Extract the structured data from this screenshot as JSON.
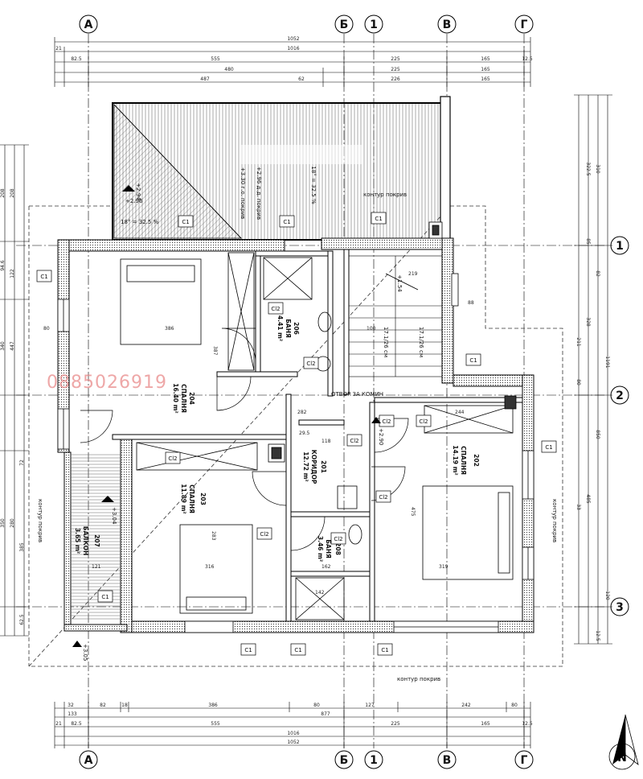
{
  "watermark": "0885026919",
  "axes": {
    "top": [
      "А",
      "Б",
      "1",
      "В",
      "Г"
    ],
    "bottom": [
      "А",
      "Б",
      "1",
      "В",
      "Г"
    ],
    "right": [
      "1",
      "2",
      "3"
    ]
  },
  "dims_top": {
    "total1": "1052",
    "total2": "1016",
    "r1": [
      "21",
      "82.5",
      "555",
      "225",
      "165",
      "12.5"
    ],
    "r2": [
      "480",
      "225",
      "165"
    ],
    "r3": [
      "487",
      "62",
      "226",
      "165"
    ]
  },
  "dims_bottom": {
    "r1": [
      "32",
      "82",
      "18",
      "386",
      "80",
      "127",
      "242",
      "80"
    ],
    "r2": [
      "133",
      "877"
    ],
    "r3": [
      "21",
      "82.5",
      "555",
      "225",
      "165",
      "12.5"
    ],
    "total2": "1016",
    "total1": "1052"
  },
  "dims_right": [
    "310",
    "322.5",
    "85",
    "82",
    "328",
    "211",
    "1191",
    "80",
    "850",
    "485",
    "33",
    "12.5",
    "120"
  ],
  "dims_left": [
    "208",
    "208",
    "94.6",
    "122",
    "447",
    "340",
    "350",
    "280",
    "72",
    "62.5",
    "385"
  ],
  "rooms": [
    {
      "num": "204",
      "name": "СПАЛНЯ",
      "area": "16.40 m²"
    },
    {
      "num": "206",
      "name": "БАНЯ",
      "area": "4.41 m²"
    },
    {
      "num": "202",
      "name": "СПАЛНЯ",
      "area": "14.19 m²"
    },
    {
      "num": "201",
      "name": "КОРИДОР",
      "area": "12.72 m²"
    },
    {
      "num": "203",
      "name": "СПАЛНЯ",
      "area": "11.89 m²"
    },
    {
      "num": "208",
      "name": "БАНЯ",
      "area": "3.46 m²"
    },
    {
      "num": "207",
      "name": "БАЛКОН",
      "area": "3.65 m²"
    }
  ],
  "labels": {
    "c1": "C1",
    "cl2": "Cl2",
    "stair": "17.1/26 см",
    "opening": "ОТВОР ЗА КОМИН",
    "kontur": "контур покрив",
    "lv_294": "+2.94",
    "lv_296": "+2.96",
    "lv_304": "+3.04",
    "lv_305": "+3.05",
    "lv_154": "+1.54",
    "lv_290": "+2.90",
    "slope": "18° = 32.5 %",
    "roof_a": "+2.96 д.д. покрив",
    "roof_b": "+3.30 г.о. покрив",
    "roof_c": "18° = 32.5 %"
  },
  "inner_dims": [
    "386",
    "387",
    "316",
    "283",
    "319",
    "475",
    "162",
    "118",
    "142",
    "282",
    "80",
    "121",
    "219",
    "100",
    "88",
    "29.5",
    "244"
  ]
}
